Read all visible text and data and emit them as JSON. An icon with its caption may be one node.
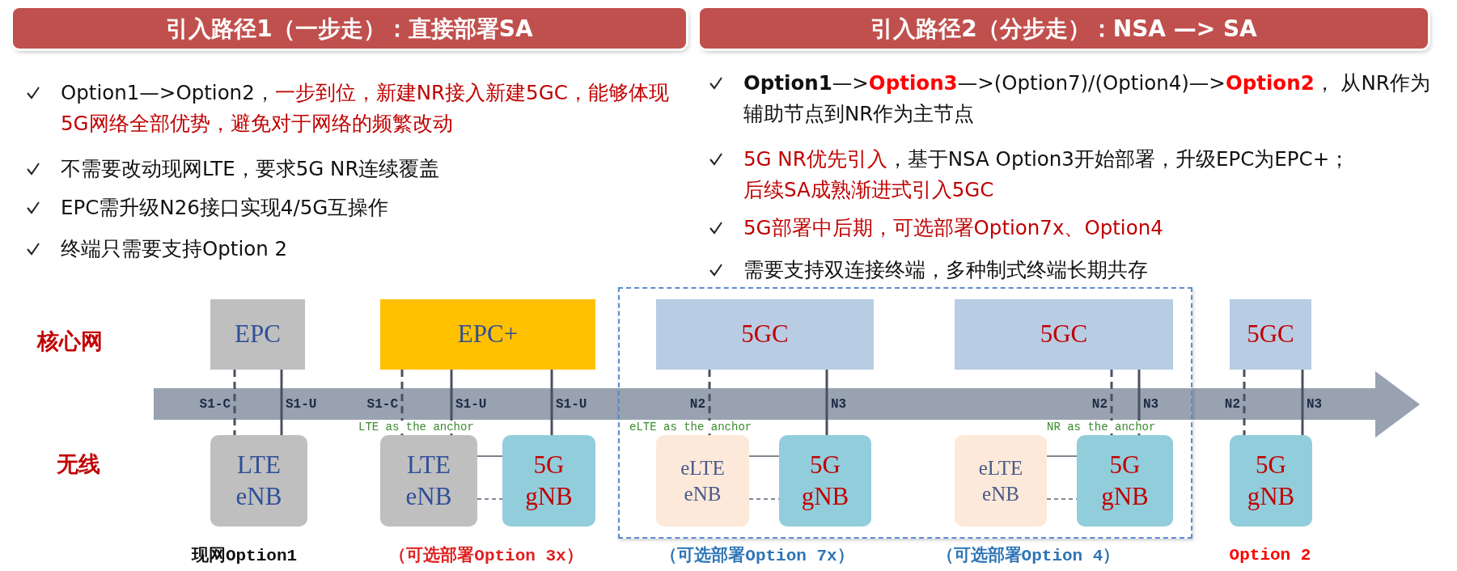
{
  "diagram": {
    "nodes": [
      {
        "text": [
          "引入路径1（一步走）：直接部署SA"
        ]
      },
      {
        "text": [
          "引入路径2（分步走）：NSA —> SA"
        ]
      },
      {
        "text": [
          "EPC"
        ]
      },
      {
        "text": [
          "EPC+"
        ]
      },
      {
        "text": [],
        "shape": "box"
      },
      {
        "text": [
          "5GC"
        ],
        "in": 4
      },
      {
        "text": [
          "5GC"
        ],
        "in": 4
      },
      {
        "text": [
          "5GC"
        ]
      },
      {
        "text": [
          "LTE eNB"
        ]
      },
      {
        "text": [
          "LTE eNB"
        ]
      },
      {
        "text": [
          "5G gNB"
        ]
      },
      {
        "text": [
          "eLTE eNB"
        ],
        "in": 4
      },
      {
        "text": [
          "5G gNB"
        ],
        "in": 4
      },
      {
        "text": [
          "eLTE eNB"
        ],
        "in": 4
      },
      {
        "text": [
          "5G gNB"
        ],
        "in": 4
      },
      {
        "text": [
          "5G gNB"
        ]
      }
    ],
    "edges": [
      {
        "from": 2,
        "to": 8,
        "arrow": "none",
        "style": "dashed",
        "label": "S1-C"
      },
      {
        "from": 2,
        "to": 8,
        "arrow": "none",
        "label": "S1-U"
      },
      {
        "from": 3,
        "to": 9,
        "arrow": "none",
        "style": "dashed",
        "label": "S1-C"
      },
      {
        "from": 3,
        "to": 9,
        "arrow": "none",
        "label": "S1-U"
      },
      {
        "from": 3,
        "to": 10,
        "arrow": "none",
        "label": "S1-U"
      },
      {
        "from": 9,
        "to": 10,
        "arrow": "none"
      },
      {
        "from": 9,
        "to": 10,
        "arrow": "none",
        "style": "dashed"
      },
      {
        "from": 5,
        "to": 11,
        "arrow": "none",
        "style": "dashed",
        "label": "N2"
      },
      {
        "from": 5,
        "to": 12,
        "arrow": "none",
        "label": "N3"
      },
      {
        "from": 11,
        "to": 12,
        "arrow": "none"
      },
      {
        "from": 11,
        "to": 12,
        "arrow": "none",
        "style": "dashed"
      },
      {
        "from": 6,
        "to": 14,
        "arrow": "none",
        "style": "dashed",
        "label": "N2"
      },
      {
        "from": 6,
        "to": 14,
        "arrow": "none",
        "label": "N3"
      },
      {
        "from": 13,
        "to": 14,
        "arrow": "none"
      },
      {
        "from": 13,
        "to": 14,
        "arrow": "none",
        "style": "dashed"
      },
      {
        "from": 7,
        "to": 15,
        "arrow": "none",
        "style": "dashed",
        "label": "N2"
      },
      {
        "from": 7,
        "to": 15,
        "arrow": "none",
        "label": "N3"
      }
    ],
    "labels": [
      "Option1—>Option2，",
      "一步到位，新建NR接入新建5GC，能够体现5G网络全部优势，避免对于网络的频繁改动",
      "不需要改动现网LTE，要求5G NR连续覆盖",
      "EPC需升级N26接口实现4/5G互操作",
      "终端只需要支持Option 2",
      "**Option1**—>",
      "Option3",
      "—>(Option7)/(Option4)—>",
      "Option2",
      "， 从NR作为辅助节点到NR作为主节点",
      "5G NR优先引入",
      "，基于NSA Option3开始部署，升级EPC为EPC+；",
      "后续SA成熟渐进式引入5GC",
      "5G部署中后期，可选部署Option7x、Option4",
      "需要支持双连接终端，多种制式终端长期共存",
      "核心网",
      "无线",
      "LTE as the anchor",
      "eLTE as the anchor",
      "NR as the anchor",
      "现网Option1",
      "（可选部署Option 3x）",
      "（可选部署Option 7x）",
      "（可选部署Option 4）",
      "Option 2"
    ]
  }
}
